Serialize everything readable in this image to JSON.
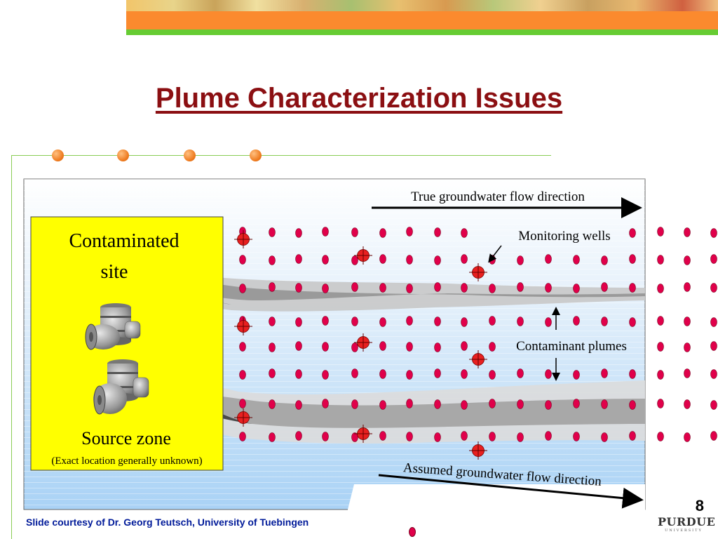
{
  "slide": {
    "title": "Plume Characterization Issues",
    "page_number": "8",
    "credit": "Slide courtesy of Dr. Georg Teutsch, University of Tuebingen",
    "logo_text": "PURDUE",
    "logo_subtext": "UNIVERSITY"
  },
  "diagram": {
    "true_flow_label": "True groundwater flow direction",
    "monitoring_wells_label": "Monitoring wells",
    "plumes_label": "Contaminant plumes",
    "assumed_flow_label": "Assumed groundwater flow direction",
    "site_label_line1": "Contaminated",
    "site_label_line2": "site",
    "source_zone_label": "Source zone",
    "source_zone_note": "(Exact location generally unknown)",
    "icons": [
      "barrel-icon",
      "barrel-icon"
    ],
    "colors": {
      "title": "#8b0f12",
      "site_box": "#ffff00",
      "well": "#e0004a",
      "sampled_well": "#e82020",
      "plume": "#9a9a9a",
      "credit": "#001a99",
      "accent_orange": "#fb8a2e",
      "accent_green": "#66cc33"
    }
  }
}
